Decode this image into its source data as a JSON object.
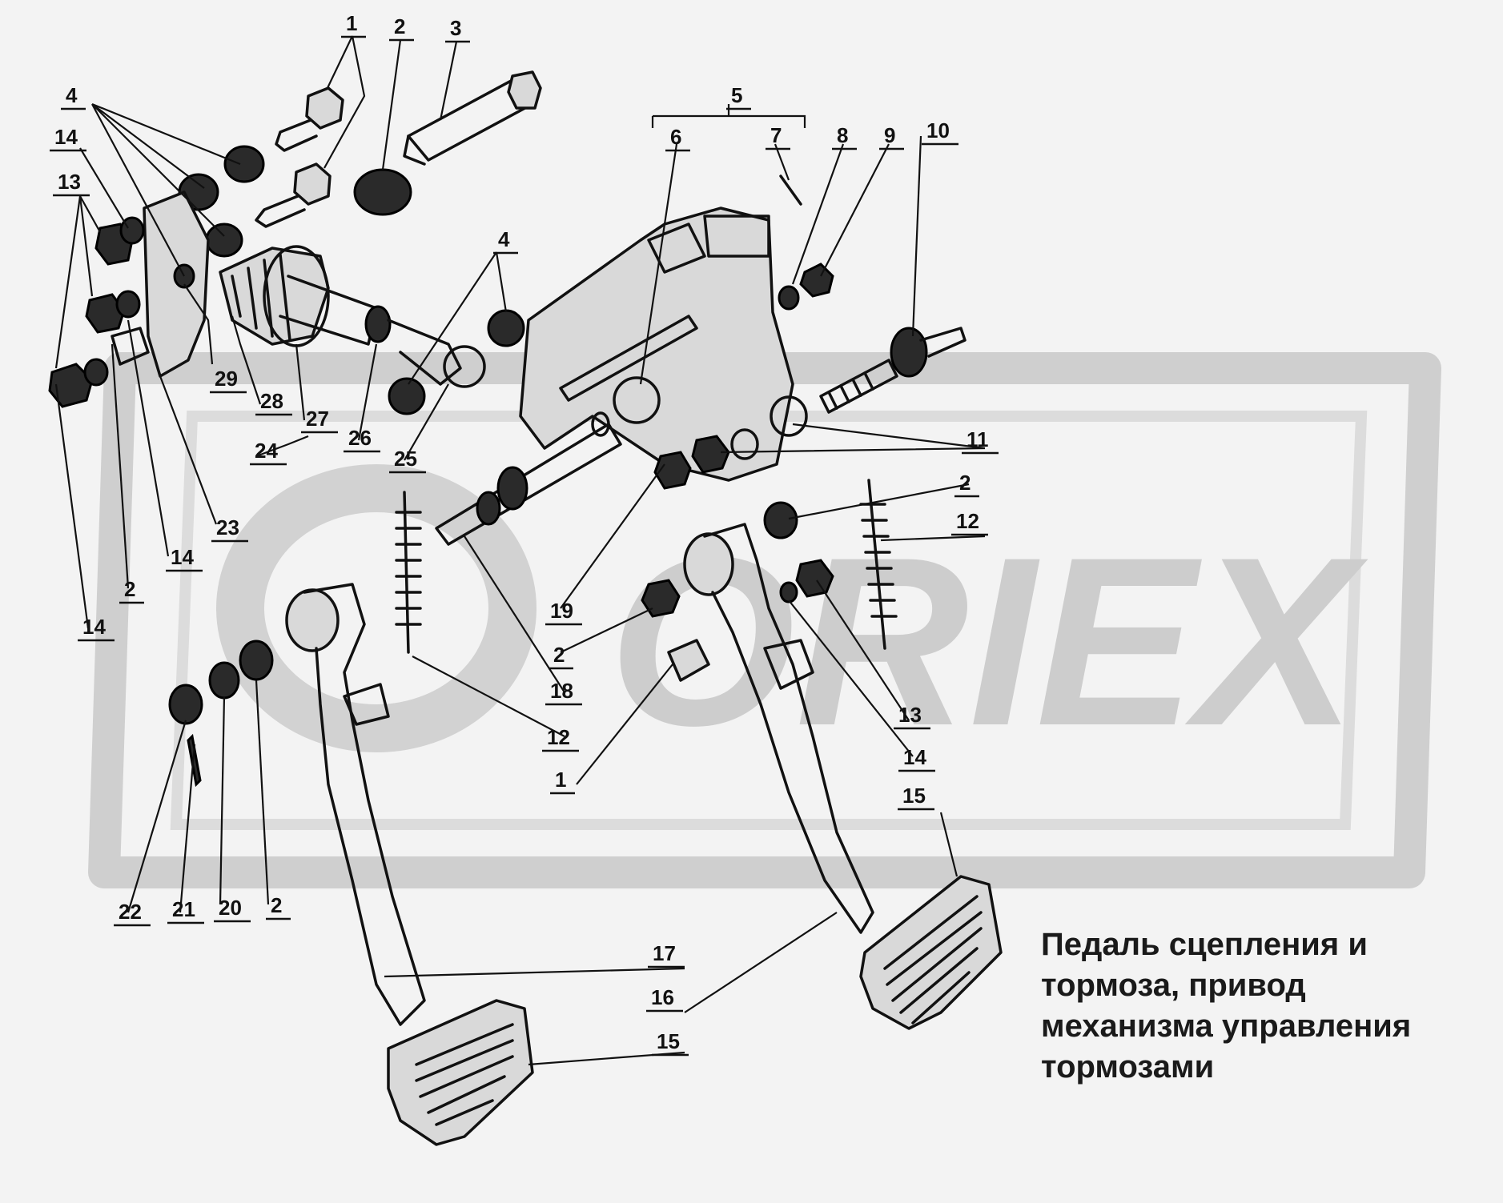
{
  "caption": {
    "lines": [
      "Педаль сцепления и",
      "тормоза, привод",
      "механизма управления",
      "тормозами"
    ]
  },
  "watermark": {
    "text": "ORIEX",
    "color": "#c8c8c8"
  },
  "callouts": [
    {
      "id": "c1a",
      "label": "1"
    },
    {
      "id": "c2a",
      "label": "2"
    },
    {
      "id": "c3",
      "label": "3"
    },
    {
      "id": "c4a",
      "label": "4"
    },
    {
      "id": "c14a",
      "label": "14"
    },
    {
      "id": "c13a",
      "label": "13"
    },
    {
      "id": "c5",
      "label": "5"
    },
    {
      "id": "c6",
      "label": "6"
    },
    {
      "id": "c7",
      "label": "7"
    },
    {
      "id": "c8",
      "label": "8"
    },
    {
      "id": "c9",
      "label": "9"
    },
    {
      "id": "c10",
      "label": "10"
    },
    {
      "id": "c4b",
      "label": "4"
    },
    {
      "id": "c29",
      "label": "29"
    },
    {
      "id": "c28",
      "label": "28"
    },
    {
      "id": "c27",
      "label": "27"
    },
    {
      "id": "c26",
      "label": "26"
    },
    {
      "id": "c24",
      "label": "24"
    },
    {
      "id": "c25",
      "label": "25"
    },
    {
      "id": "c11",
      "label": "11"
    },
    {
      "id": "c23",
      "label": "23"
    },
    {
      "id": "c2b",
      "label": "2"
    },
    {
      "id": "c12a",
      "label": "12"
    },
    {
      "id": "c14b",
      "label": "14"
    },
    {
      "id": "c2c",
      "label": "2"
    },
    {
      "id": "c14c",
      "label": "14"
    },
    {
      "id": "c19",
      "label": "19"
    },
    {
      "id": "c2d",
      "label": "2"
    },
    {
      "id": "c18",
      "label": "18"
    },
    {
      "id": "c12b",
      "label": "12"
    },
    {
      "id": "c13b",
      "label": "13"
    },
    {
      "id": "c14d",
      "label": "14"
    },
    {
      "id": "c1b",
      "label": "1"
    },
    {
      "id": "c15a",
      "label": "15"
    },
    {
      "id": "c22",
      "label": "22"
    },
    {
      "id": "c21",
      "label": "21"
    },
    {
      "id": "c20",
      "label": "20"
    },
    {
      "id": "c2e",
      "label": "2"
    },
    {
      "id": "c17",
      "label": "17"
    },
    {
      "id": "c16",
      "label": "16"
    },
    {
      "id": "c15b",
      "label": "15"
    }
  ]
}
